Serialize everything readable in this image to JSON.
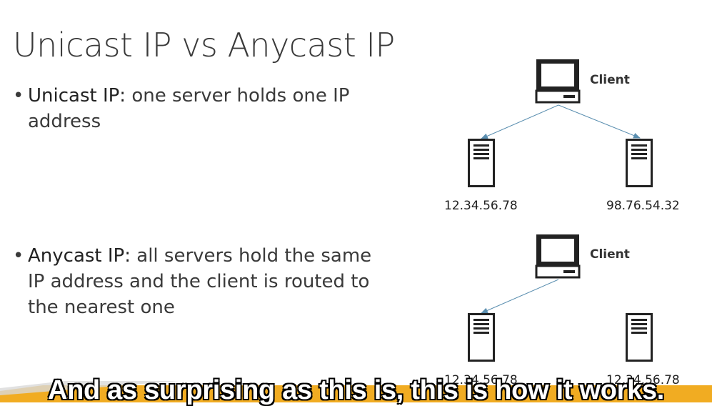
{
  "slide": {
    "title": "Unicast IP vs Anycast IP",
    "bullets": [
      {
        "term": "Unicast IP:",
        "text": " one server holds one IP address"
      },
      {
        "term": "Anycast IP:",
        "text": " all servers hold the same IP address and the client is routed to the nearest one"
      }
    ]
  },
  "diagram_top": {
    "client_label": "Client",
    "server_left_ip": "12.34.56.78",
    "server_right_ip": "98.76.54.32"
  },
  "diagram_bottom": {
    "client_label": "Client",
    "server_left_ip": "12.34.56.78",
    "server_right_ip": "12.34.56.78"
  },
  "subtitle": "And as surprising as this is, this is how it works.",
  "colors": {
    "arrow": "#5b8fb0",
    "accent_bar": "#f0a30a"
  }
}
